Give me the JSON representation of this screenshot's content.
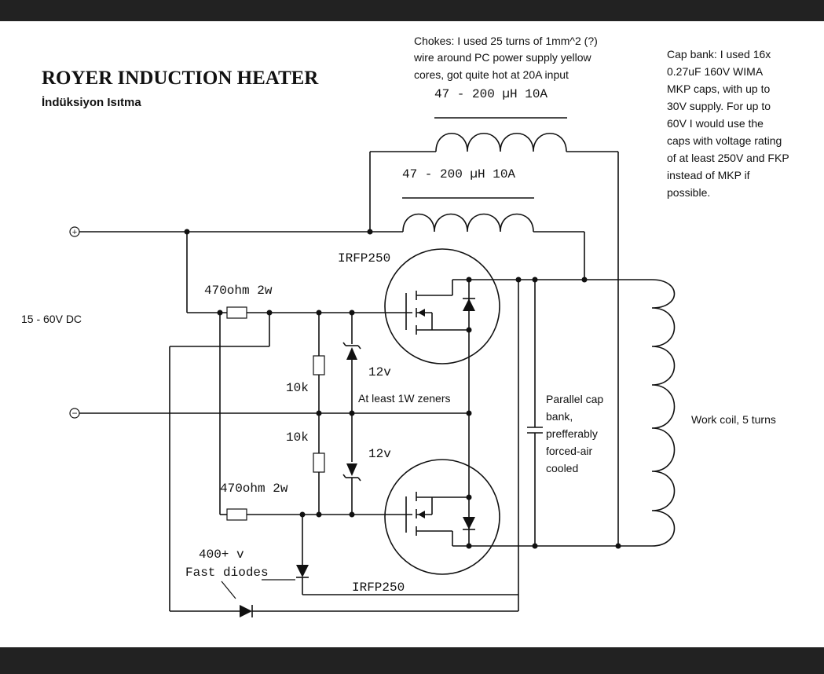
{
  "title": "ROYER INDUCTION HEATER",
  "subtitle": "İndüksiyon Isıtma",
  "notes": {
    "chokes": [
      "Chokes: I used 25 turns of 1mm^2 (?)",
      "wire around PC power supply yellow",
      "cores, got quite hot at 20A input"
    ],
    "cap_bank": [
      "Cap bank: I used 16x",
      "0.27uF 160V WIMA",
      "MKP caps, with up to",
      "30V supply. For up to",
      "60V I would use the",
      "caps with voltage rating",
      "of at least 250V and FKP",
      "instead of MKP if",
      "possible."
    ],
    "parallel_cap": [
      "Parallel cap",
      "bank,",
      "prefferably",
      "forced-air",
      "cooled"
    ],
    "work_coil": "Work coil, 5 turns",
    "zeners": "At least 1W zeners",
    "supply": "15 - 60V DC",
    "diodes": [
      "400+ v",
      "Fast diodes"
    ]
  },
  "labels": {
    "choke_top": "47 - 200 µH 10A",
    "choke_bottom": "47 - 200 µH 10A",
    "mosfet_top": "IRFP250",
    "mosfet_bottom": "IRFP250",
    "res_top": "470ohm 2w",
    "res_bottom": "470ohm 2w",
    "pulldown_top": "10k",
    "pulldown_bottom": "10k",
    "zener_top": "12v",
    "zener_bottom": "12v",
    "plus": "+",
    "minus": "−"
  }
}
